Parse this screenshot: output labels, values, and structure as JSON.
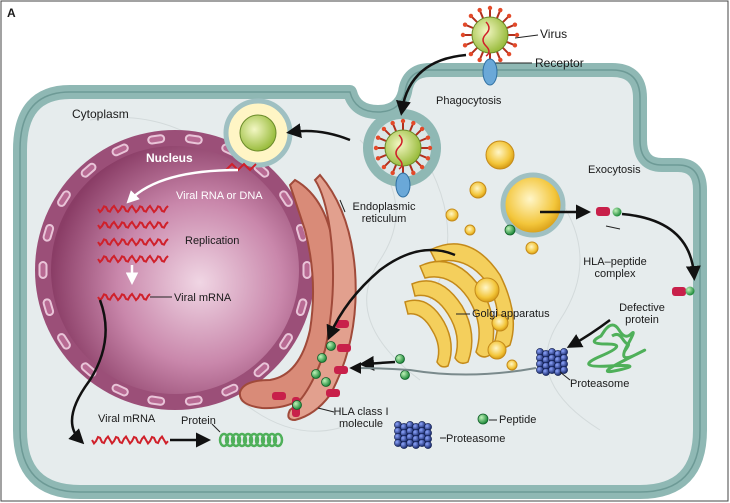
{
  "figure": {
    "panel_letter": "A",
    "labels": {
      "cytoplasm": "Cytoplasm",
      "nucleus": "Nucleus",
      "viral_rna_dna": "Viral RNA or DNA",
      "replication": "Replication",
      "viral_mrna_nucleus": "Viral mRNA",
      "viral_mrna_cytoplasm": "Viral mRNA",
      "protein": "Protein",
      "proteasome_bottom": "Proteasome",
      "proteasome_right": "Proteasome",
      "virus": "Virus",
      "receptor": "Receptor",
      "phagocytosis": "Phagocytosis",
      "exocytosis": "Exocytosis",
      "er_line1": "Endoplasmic",
      "er_line2": "reticulum",
      "hla_peptide_line1": "HLA–peptide",
      "hla_peptide_line2": "complex",
      "golgi": "Golgi apparatus",
      "defective_line1": "Defective",
      "defective_line2": "protein",
      "peptide": "Peptide",
      "hla_class_line1": "HLA class I",
      "hla_class_line2": "molecule"
    },
    "colors": {
      "membrane": "#8fb8b4",
      "cytoplasm": "#e8eeee",
      "nucleus": "#b46a8e",
      "er": "#c97a6a",
      "golgi": "#f2c94c",
      "virus": "#c7d96a",
      "rna": "#d0202a",
      "hla": "#c8204a",
      "peptide": "#3aa04a",
      "proteasome": "#2a3f8a"
    }
  }
}
